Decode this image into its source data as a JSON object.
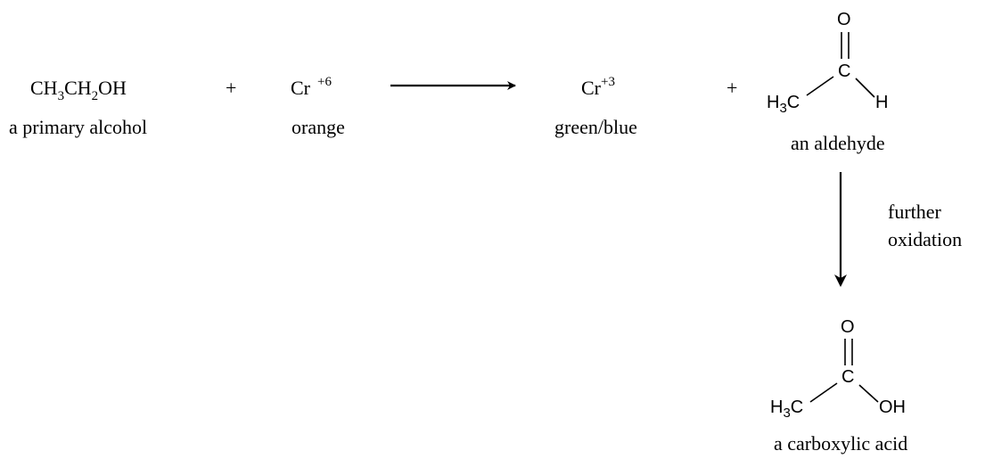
{
  "reactants": {
    "alcohol": {
      "formula": [
        "CH",
        "3",
        "CH",
        "2",
        "OH"
      ],
      "label": "a primary alcohol"
    },
    "oxidant": {
      "symbol": "Cr",
      "charge": "+6",
      "label": "orange"
    }
  },
  "products": {
    "reduced": {
      "symbol": "Cr",
      "charge": "+3",
      "label": "green/blue"
    },
    "aldehyde": {
      "atoms": {
        "o": "O",
        "c": "C",
        "h": "H",
        "methyl_h": "H",
        "methyl_3": "3",
        "methyl_c": "C"
      },
      "label": "an aldehyde"
    }
  },
  "plus": "+",
  "further_step": {
    "label_line1": "further",
    "label_line2": "oxidation",
    "product": {
      "atoms": {
        "o": "O",
        "c": "C",
        "oh": "OH",
        "methyl_h": "H",
        "methyl_3": "3",
        "methyl_c": "C"
      },
      "label": "a carboxylic acid"
    }
  }
}
